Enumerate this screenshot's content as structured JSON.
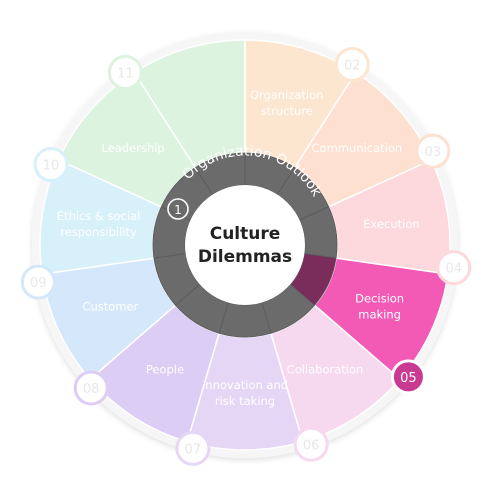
{
  "center": {
    "title_line1": "Culture",
    "title_line2": "Dilemmas"
  },
  "ring": {
    "badge": "1",
    "label": "Organization Outlook"
  },
  "segments": [
    {
      "num": "02",
      "label": [
        "Organization",
        "structure"
      ],
      "color": "#fde6cf",
      "active": false
    },
    {
      "num": "03",
      "label": [
        "Communication"
      ],
      "color": "#fde0d0",
      "active": false
    },
    {
      "num": "04",
      "label": [
        "Execution"
      ],
      "color": "#fdd8dc",
      "active": false
    },
    {
      "num": "05",
      "label": [
        "Decision",
        "making"
      ],
      "color": "#f25ab6",
      "active": true
    },
    {
      "num": "06",
      "label": [
        "Collaboration"
      ],
      "color": "#f6d8ef",
      "active": false
    },
    {
      "num": "07",
      "label": [
        "Innovation and",
        "risk taking"
      ],
      "color": "#e6d6f6",
      "active": false
    },
    {
      "num": "08",
      "label": [
        "People"
      ],
      "color": "#dccdf4",
      "active": false
    },
    {
      "num": "09",
      "label": [
        "Customer"
      ],
      "color": "#d4e7fb",
      "active": false
    },
    {
      "num": "10",
      "label": [
        "Ethics & social",
        "responsibility"
      ],
      "color": "#d8f0fa",
      "active": false
    },
    {
      "num": "11",
      "label": [
        "Leadership"
      ],
      "color": "#dcf3df",
      "active": false
    }
  ],
  "colors": {
    "ring": "#6b6b6b",
    "ring_active": "#7a2c5a",
    "active_num_border": "#c93a92"
  }
}
